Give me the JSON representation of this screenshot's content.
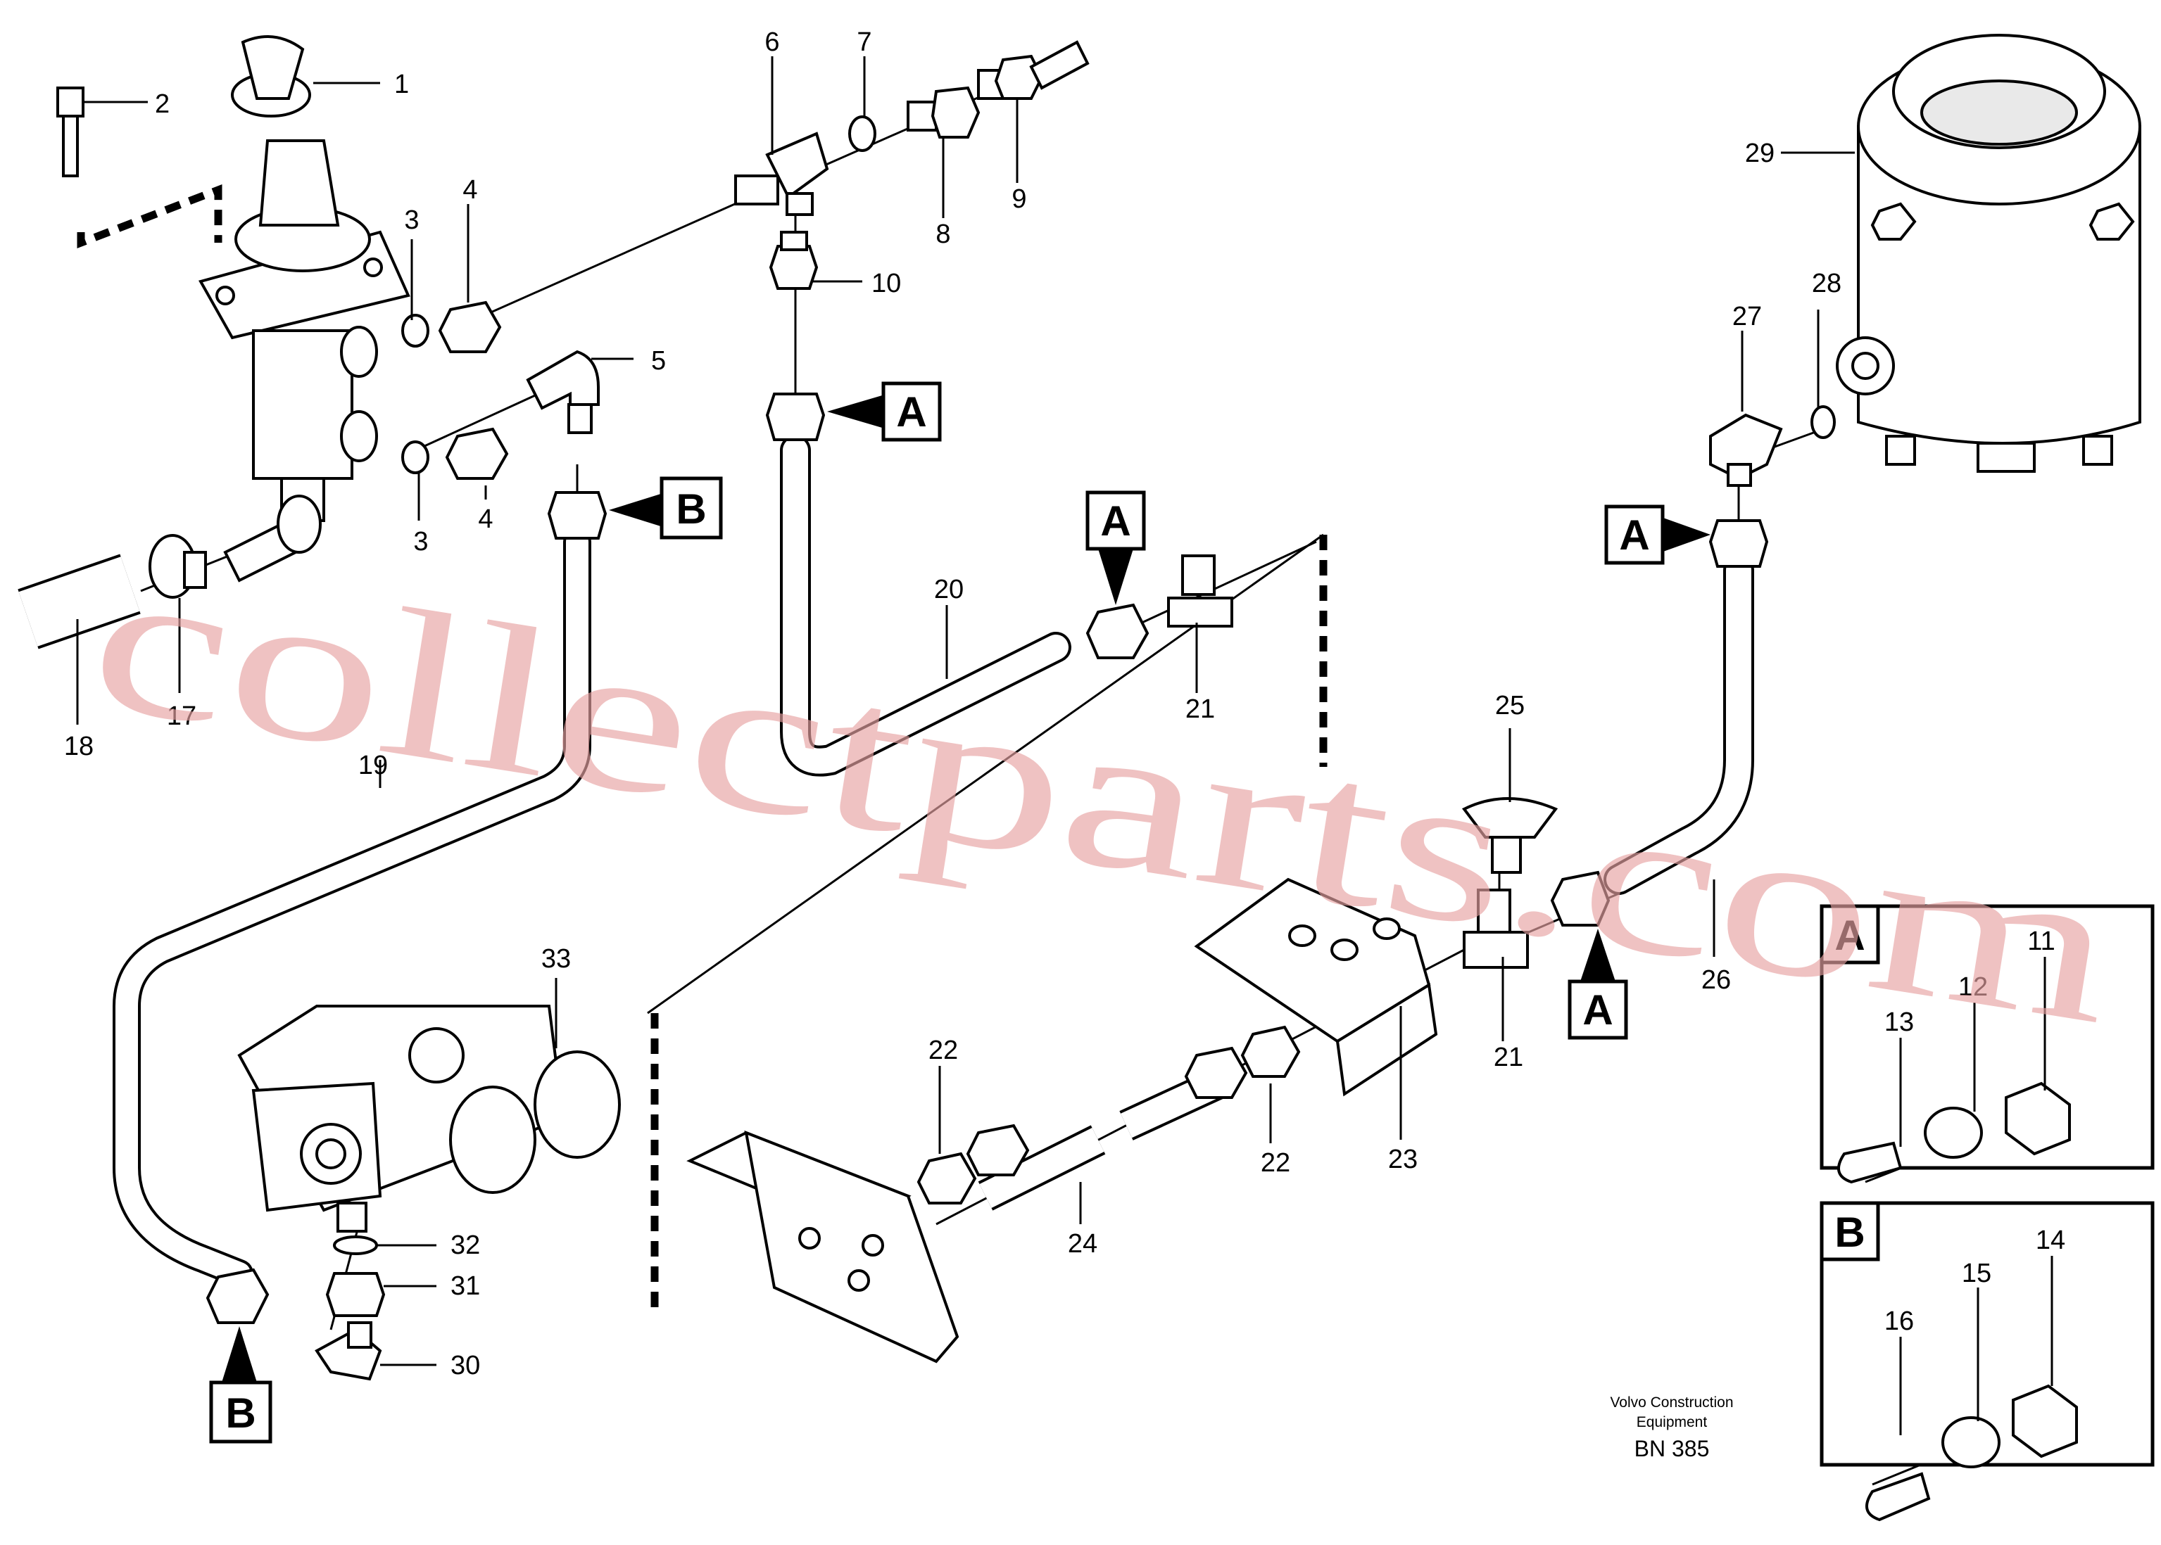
{
  "diagram": {
    "callouts": [
      "1",
      "2",
      "3",
      "3",
      "4",
      "4",
      "5",
      "6",
      "7",
      "8",
      "9",
      "10",
      "11",
      "12",
      "13",
      "14",
      "15",
      "16",
      "17",
      "18",
      "19",
      "20",
      "21",
      "21",
      "22",
      "22",
      "23",
      "24",
      "25",
      "26",
      "27",
      "28",
      "29",
      "30",
      "31",
      "32",
      "33"
    ],
    "reference_markers": [
      "A",
      "A",
      "A",
      "A",
      "B",
      "B"
    ],
    "detail_boxes": [
      {
        "letter": "A",
        "parts": [
          "11",
          "12",
          "13"
        ]
      },
      {
        "letter": "B",
        "parts": [
          "14",
          "15",
          "16"
        ]
      }
    ],
    "publisher_line1": "Volvo Construction",
    "publisher_line2": "Equipment",
    "drawing_code": "BN 385",
    "watermark": "collectparts.com"
  }
}
